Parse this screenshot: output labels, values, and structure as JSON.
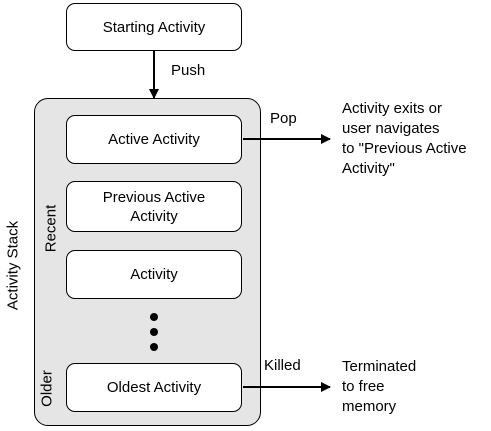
{
  "nodes": {
    "starting": "Starting Activity",
    "active": "Active Activity",
    "previous": "Previous Active\nActivity",
    "activity": "Activity",
    "oldest": "Oldest Activity"
  },
  "stack": {
    "title": "Activity Stack",
    "recent_label": "Recent",
    "older_label": "Older"
  },
  "edges": {
    "push": "Push",
    "pop": "Pop",
    "killed": "Killed"
  },
  "outcomes": {
    "pop_result": "Activity exits or\nuser navigates\nto \"Previous Active\nActivity\"",
    "killed_result": "Terminated\nto free\nmemory"
  }
}
